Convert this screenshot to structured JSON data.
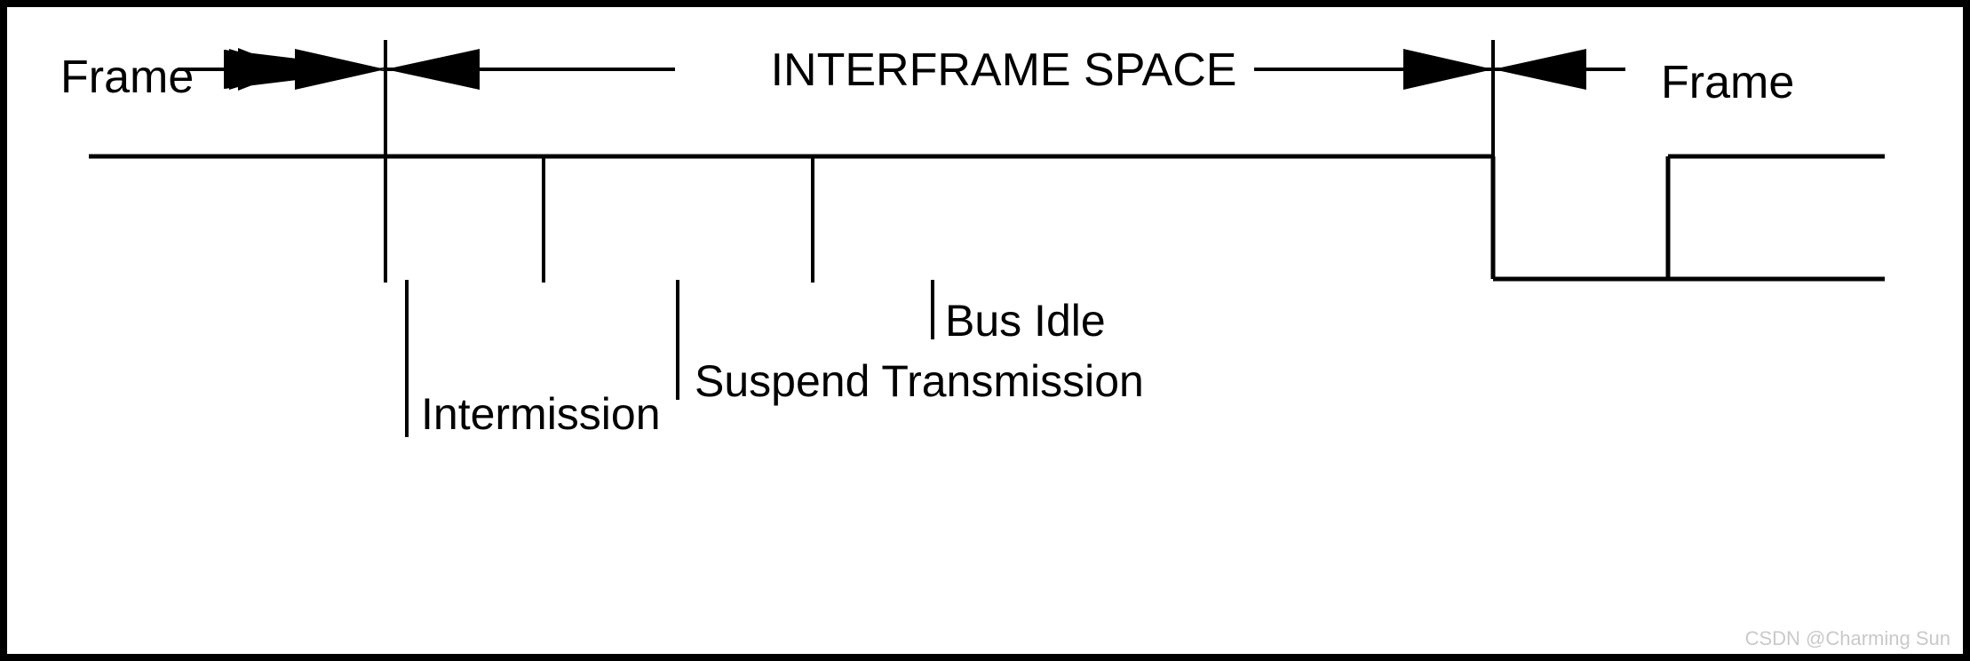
{
  "diagram": {
    "title_label": "INTERFRAME SPACE",
    "left_frame_label": "Frame",
    "right_frame_label": "Frame",
    "segment_labels": [
      {
        "name": "intermission",
        "text": "Intermission"
      },
      {
        "name": "suspend-transmission",
        "text": "Suspend Transmission"
      },
      {
        "name": "bus-idle",
        "text": "Bus Idle"
      }
    ],
    "colors": {
      "line": "#000000",
      "background": "#ffffff",
      "border": "#000000",
      "watermark": "#c9c9c9"
    }
  },
  "watermark": {
    "text": "CSDN @Charming Sun"
  }
}
